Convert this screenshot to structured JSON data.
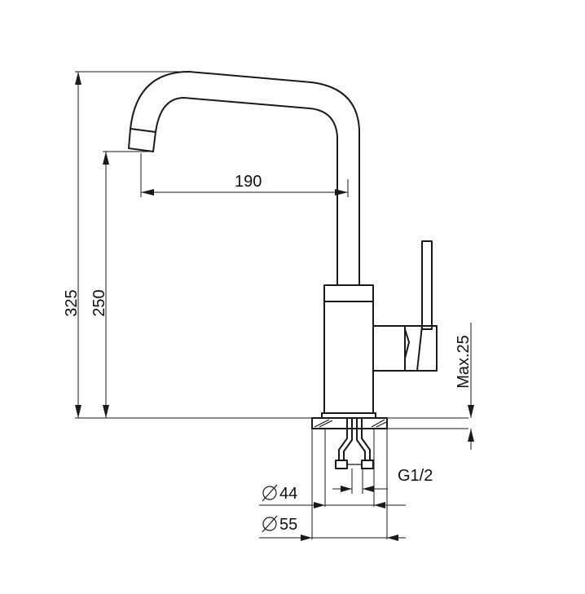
{
  "dimensions": {
    "spout_reach": "190",
    "total_height": "325",
    "spout_height": "250",
    "max_thickness": "Max.25",
    "thread": "G1/2",
    "hole_diameter": "44",
    "base_diameter": "55"
  },
  "symbols": {
    "diameter": "diameter-icon"
  }
}
